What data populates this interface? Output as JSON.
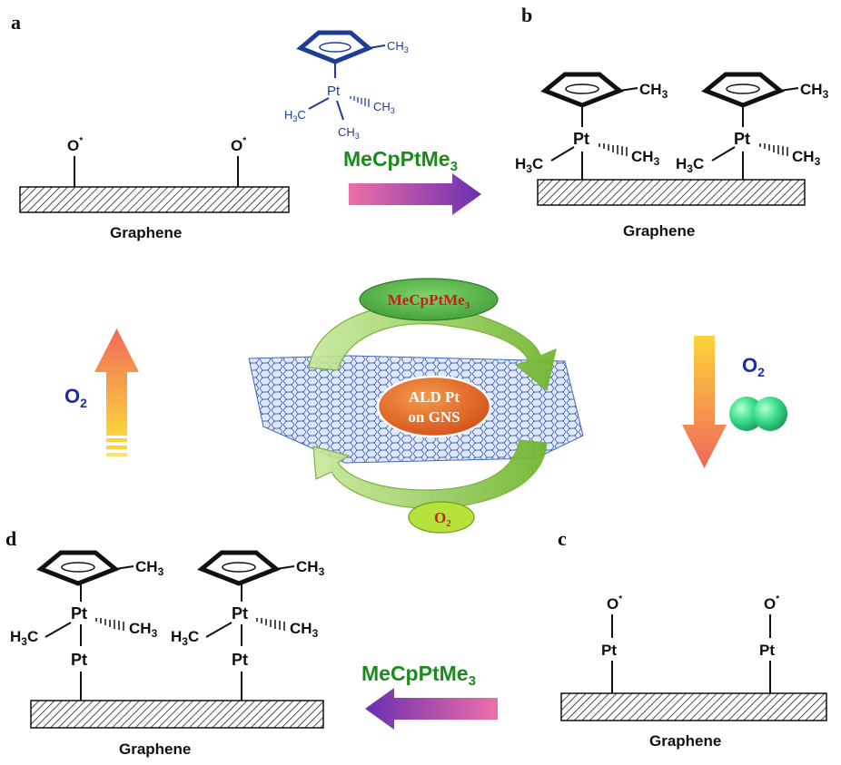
{
  "panels": {
    "a": {
      "letter": "a",
      "substrate": "Graphene",
      "o_label": "O",
      "star": "*"
    },
    "b": {
      "letter": "b",
      "substrate": "Graphene",
      "pt": "Pt",
      "ch3": "CH",
      "h3c": "H",
      "c": "C",
      "three": "3"
    },
    "c": {
      "letter": "c",
      "substrate": "Graphene",
      "o_label": "O",
      "star": "*",
      "pt": "Pt"
    },
    "d": {
      "letter": "d",
      "substrate": "Graphene",
      "pt": "Pt",
      "ch3": "CH",
      "h3c": "H",
      "c": "C",
      "three": "3"
    }
  },
  "reagents": {
    "precursor_prefix": "MeCpPtMe",
    "subscript_3": "3",
    "oxygen": "O",
    "subscript_2": "2"
  },
  "molecule": {
    "pt": "Pt",
    "ch3": "CH",
    "h3c": "H",
    "c": "C",
    "three": "3"
  },
  "cycle": {
    "center_line1": "ALD Pt",
    "center_line2": "on GNS",
    "top_label": "MeCpPtMe",
    "bottom_label": "O",
    "sub3": "3",
    "sub2": "2"
  },
  "colors": {
    "molecule_blue": "#1f3c96",
    "reagent_green": "#1e8a1e",
    "oxygen_blue": "#1a2fa6",
    "cycle_red": "#c81e1e",
    "center_orange": "#e0621c",
    "cycle_green": "#8ec63f"
  }
}
